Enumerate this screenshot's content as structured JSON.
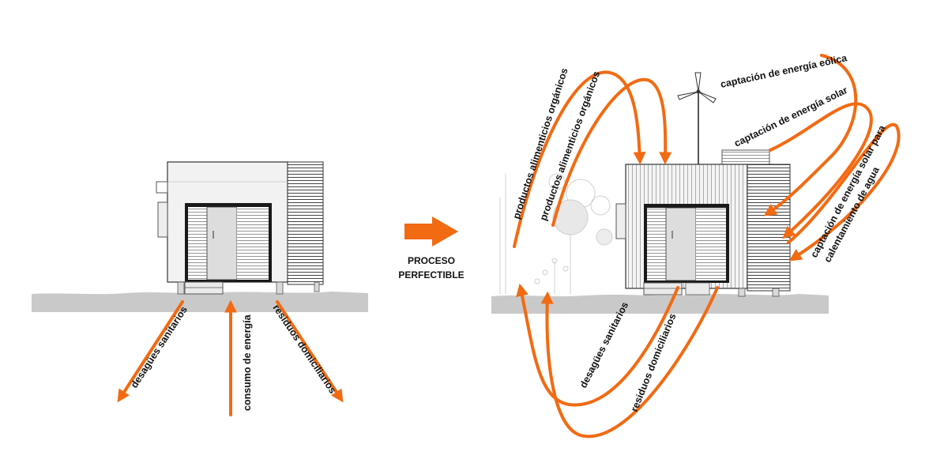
{
  "colors": {
    "accent": "#f26a12",
    "ground": "#c9c9c9",
    "wall": "#f2f2f2",
    "line": "#333333"
  },
  "center": {
    "line1": "PROCESO",
    "line2": "PERFECTIBLE"
  },
  "left_labels": {
    "desagues": "desagües sanitarios",
    "energia": "consumo de energía",
    "residuos": "residuos domiciliarios"
  },
  "right_labels": {
    "alimentos_1": "productos alimenticios orgánicos",
    "alimentos_2": "productos alimenticios orgánicos",
    "eolica": "captación de energía eólica",
    "solar": "captación de energía solar",
    "solar_agua_1": "captación de energía solar para",
    "solar_agua_2": "calentamiento de agua",
    "desagues": "desagües sanitarios",
    "residuos": "residuos domiciliarios"
  }
}
